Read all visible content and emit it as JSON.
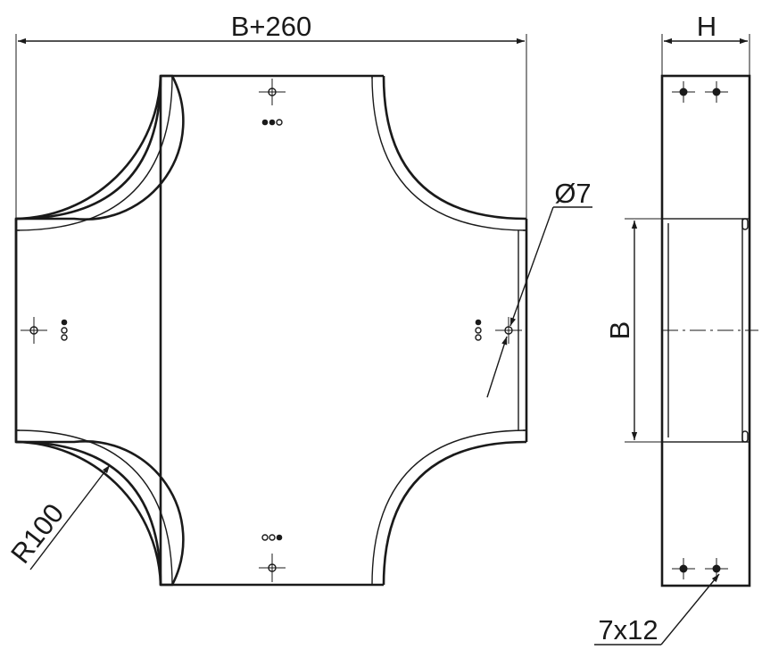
{
  "labels": {
    "overall_width": "B+260",
    "height": "H",
    "hole_diameter": "Ø7",
    "width": "B",
    "radius": "R100",
    "slot_size": "7x12"
  },
  "colors": {
    "line": "#1a1a1a",
    "background": "#ffffff"
  }
}
